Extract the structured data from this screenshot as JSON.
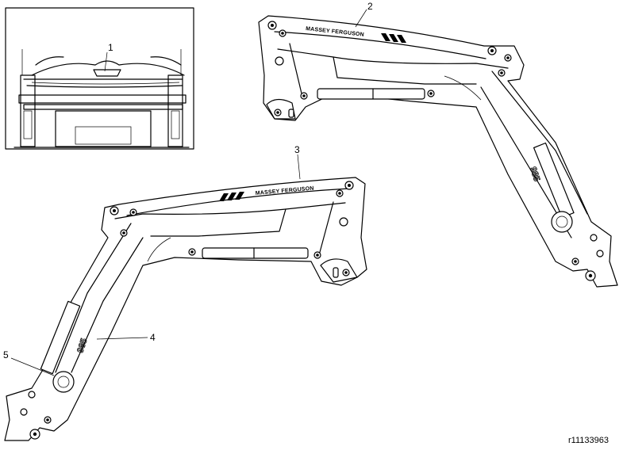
{
  "callouts": [
    "1",
    "2",
    "3",
    "4",
    "5"
  ],
  "branding": {
    "brand_text": "MASSEY FERGUSON",
    "model_text": "985"
  },
  "figure_ref": "r11133963"
}
